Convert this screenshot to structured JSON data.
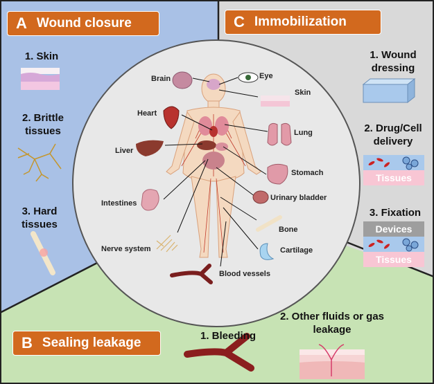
{
  "colors": {
    "panel_a": "#a9c1e6",
    "panel_b": "#c7e3b4",
    "panel_c": "#d9d9d9",
    "header_bg": "#d2691e",
    "tissue_band": "#f8c6d4",
    "device_band": "#9e9e9e"
  },
  "panels": {
    "a": {
      "letter": "A",
      "title": "Wound closure",
      "items": [
        "1. Skin",
        "2. Brittle tissues",
        "3. Hard tissues"
      ]
    },
    "b": {
      "letter": "B",
      "title": "Sealing leakage",
      "items": [
        "1. Bleeding",
        "2. Other fluids or gas leakage"
      ]
    },
    "c": {
      "letter": "C",
      "title": "Immobilization",
      "items": [
        "1. Wound dressing",
        "2. Drug/Cell delivery",
        "3. Fixation"
      ],
      "tissues_label": "Tissues",
      "devices_label": "Devices"
    }
  },
  "organs": {
    "brain": "Brain",
    "eye": "Eye",
    "skin": "Skin",
    "heart": "Heart",
    "lung": "Lung",
    "liver": "Liver",
    "stomach": "Stomach",
    "intestines": "Intestines",
    "urinary_bladder": "Urinary bladder",
    "bone": "Bone",
    "nerve_system": "Nerve system",
    "cartilage": "Cartilage",
    "blood_vessels": "Blood vessels"
  },
  "icons": [
    "skin-icon",
    "nerve-icon",
    "bone-icon",
    "body-icon",
    "brain-icon",
    "eye-icon",
    "heart-icon",
    "lung-icon",
    "liver-icon",
    "stomach-icon",
    "intestines-icon",
    "bladder-icon",
    "cartilage-icon",
    "vessel-icon",
    "block-icon",
    "cell-icon"
  ]
}
